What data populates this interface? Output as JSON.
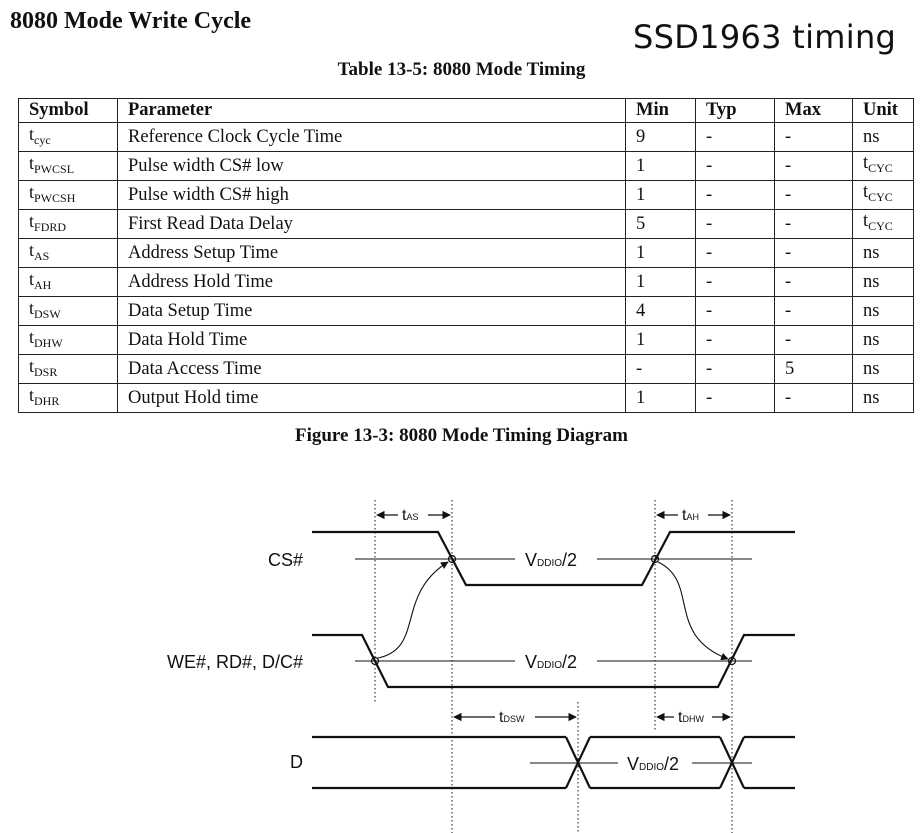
{
  "doc_title": "8080 Mode Write Cycle",
  "corner_note": "SSD1963 timing",
  "table": {
    "caption": "Table 13-5: 8080 Mode Timing",
    "headers": [
      "Symbol",
      "Parameter",
      "Min",
      "Typ",
      "Max",
      "Unit"
    ],
    "rows": [
      {
        "sym": "t",
        "sub": "cyc",
        "param": "Reference Clock Cycle Time",
        "min": "9",
        "typ": "-",
        "max": "-",
        "unit": "ns",
        "unit_sub": ""
      },
      {
        "sym": "t",
        "sub": "PWCSL",
        "param": "Pulse width CS# low",
        "min": "1",
        "typ": "-",
        "max": "-",
        "unit": "t",
        "unit_sub": "CYC"
      },
      {
        "sym": "t",
        "sub": "PWCSH",
        "param": "Pulse width CS# high",
        "min": "1",
        "typ": "-",
        "max": "-",
        "unit": "t",
        "unit_sub": "CYC"
      },
      {
        "sym": "t",
        "sub": "FDRD",
        "param": "First Read Data Delay",
        "min": "5",
        "typ": "-",
        "max": "-",
        "unit": "t",
        "unit_sub": "CYC"
      },
      {
        "sym": "t",
        "sub": "AS",
        "param": "Address Setup Time",
        "min": "1",
        "typ": "-",
        "max": "-",
        "unit": "ns",
        "unit_sub": ""
      },
      {
        "sym": "t",
        "sub": "AH",
        "param": "Address Hold Time",
        "min": "1",
        "typ": "-",
        "max": "-",
        "unit": "ns",
        "unit_sub": ""
      },
      {
        "sym": "t",
        "sub": "DSW",
        "param": "Data Setup Time",
        "min": "4",
        "typ": "-",
        "max": "-",
        "unit": "ns",
        "unit_sub": ""
      },
      {
        "sym": "t",
        "sub": "DHW",
        "param": "Data Hold Time",
        "min": "1",
        "typ": "-",
        "max": "-",
        "unit": "ns",
        "unit_sub": ""
      },
      {
        "sym": "t",
        "sub": "DSR",
        "param": "Data Access Time",
        "min": "-",
        "typ": "-",
        "max": "5",
        "unit": "ns",
        "unit_sub": ""
      },
      {
        "sym": "t",
        "sub": "DHR",
        "param": "Output Hold time",
        "min": "1",
        "typ": "-",
        "max": "-",
        "unit": "ns",
        "unit_sub": ""
      }
    ]
  },
  "figure": {
    "caption": "Figure 13-3: 8080 Mode Timing Diagram",
    "signals": {
      "cs": "CS#",
      "we": "WE#, RD#, D/C#",
      "d": "D"
    },
    "mid_label": {
      "v": "V",
      "sub": "DDIO",
      "suffix": "/2"
    },
    "intervals": {
      "tas": {
        "t": "t",
        "sub": "AS"
      },
      "tah": {
        "t": "t",
        "sub": "AH"
      },
      "tdsw": {
        "t": "t",
        "sub": "DSW"
      },
      "tdhw": {
        "t": "t",
        "sub": "DHW"
      }
    }
  }
}
